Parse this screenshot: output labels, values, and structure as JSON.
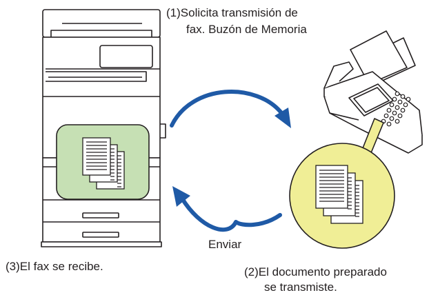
{
  "steps": [
    {
      "number": "(1)",
      "line1": "Solicita transmisión de",
      "line2": "fax. Buzón de Memoria"
    },
    {
      "number": "(2)",
      "line1": "El documento preparado",
      "line2": "se transmiste."
    },
    {
      "number": "(3)",
      "line1": "El fax se recibe."
    }
  ],
  "arrow_label": "Enviar",
  "icons": {
    "left_device": "multifunction-printer-icon",
    "right_device": "fax-machine-icon",
    "document": "document-stack-icon"
  },
  "colors": {
    "printer_doc_highlight": "#c6e0b4",
    "fax_doc_highlight": "#f0ee96",
    "arrow": "#1f5aa6",
    "line": "#231f20"
  }
}
